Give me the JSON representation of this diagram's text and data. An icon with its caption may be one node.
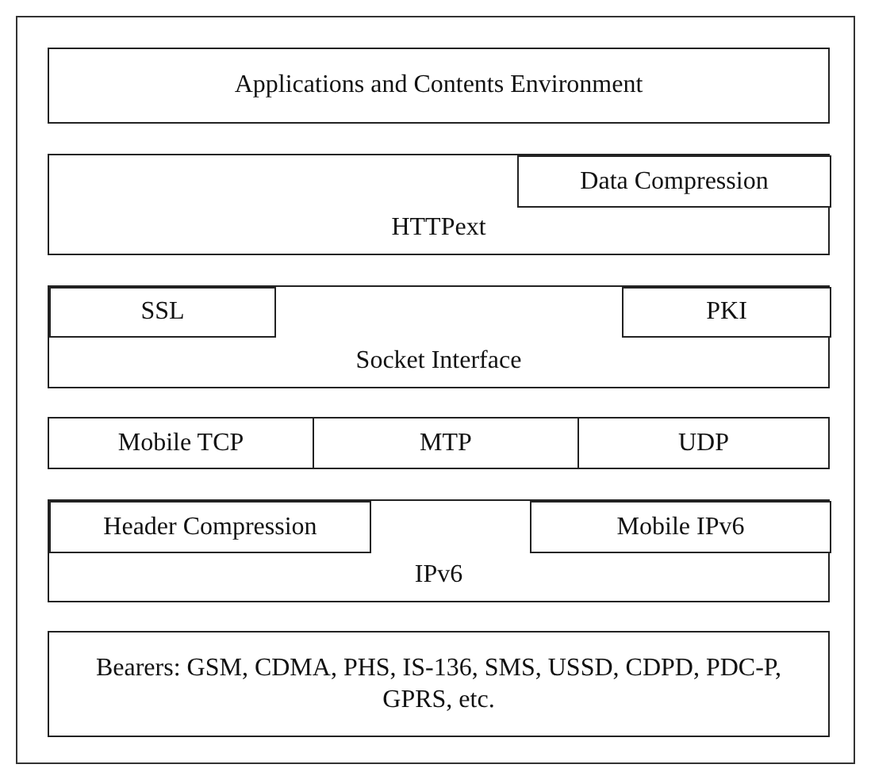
{
  "diagram": {
    "nodes": [
      {
        "text": [
          "Applications and Contents Environment"
        ]
      },
      {
        "text": [
          "HTTPext"
        ]
      },
      {
        "text": [
          "Data Compression"
        ],
        "in": 1
      },
      {
        "text": [
          "Socket Interface"
        ]
      },
      {
        "text": [
          "SSL"
        ],
        "in": 3
      },
      {
        "text": [
          "PKI"
        ],
        "in": 3
      },
      {
        "text": [
          "Mobile TCP"
        ]
      },
      {
        "text": [
          "MTP"
        ]
      },
      {
        "text": [
          "UDP"
        ]
      },
      {
        "text": [
          "IPv6"
        ]
      },
      {
        "text": [
          "Header Compression"
        ],
        "in": 9
      },
      {
        "text": [
          "Mobile IPv6"
        ],
        "in": 9
      },
      {
        "text": [
          "Bearers: GSM, CDMA, PHS, IS-136, SMS, USSD, CDPD, PDC-P, GPRS, etc."
        ]
      }
    ]
  }
}
